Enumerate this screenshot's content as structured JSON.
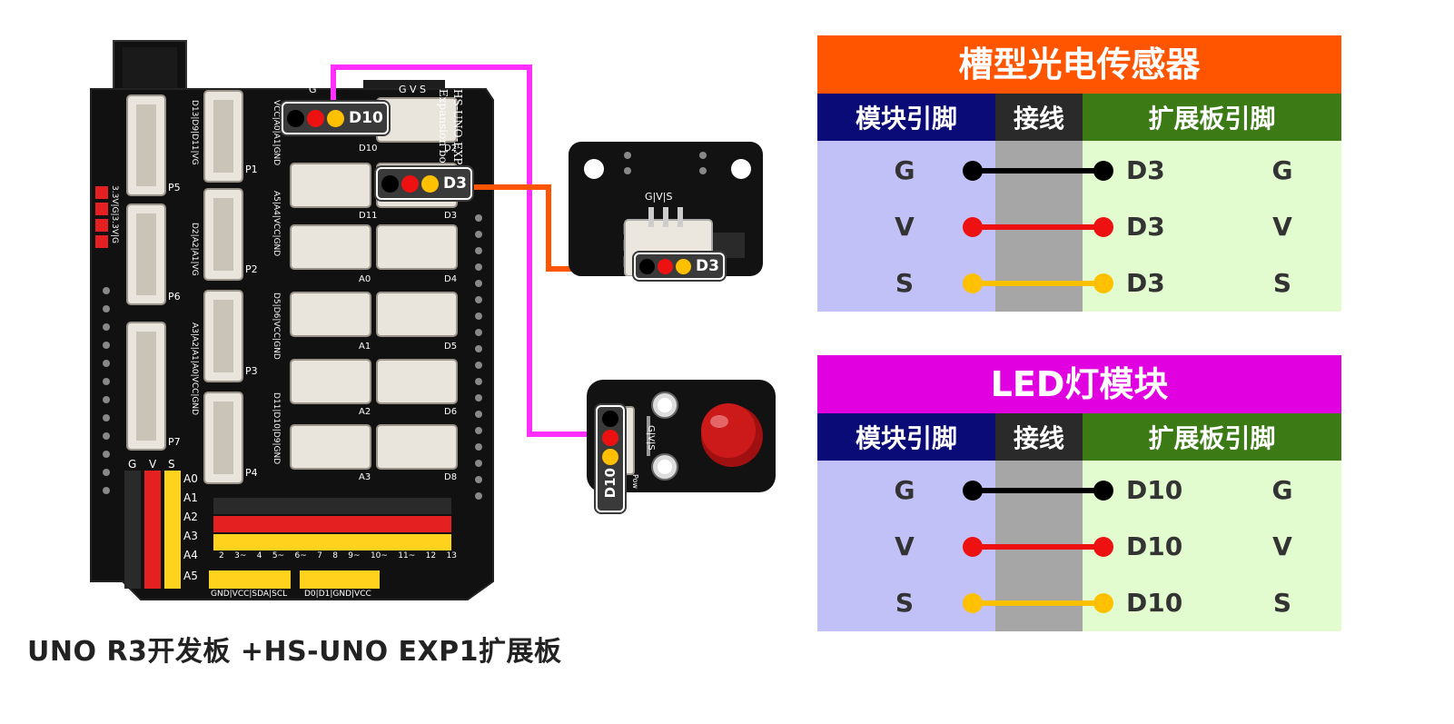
{
  "caption": "UNO R3开发板 +HS-UNO EXP1扩展板",
  "colors": {
    "magenta_wire": "#ff30ff",
    "orange_wire": "#ff5500",
    "ground": "#000000",
    "vcc": "#ee1111",
    "signal": "#ffc000"
  },
  "board": {
    "title_lines": [
      "HS-UNO-EXP",
      "Expansion bo"
    ],
    "header_gvs": [
      "G",
      "V",
      "S"
    ],
    "analog_rows": [
      "A0",
      "A1",
      "A2",
      "A3",
      "A4",
      "A5"
    ],
    "port_labels": [
      "P1",
      "P2",
      "P3",
      "P4",
      "P5",
      "P6",
      "P7"
    ],
    "left_pin_labels": [
      "D13|D9|D11|VG",
      "D2|A2|A1|VG",
      "A3|A2|A1|A0|VCC|GND",
      "VCC|A0|A1|GND",
      "A5|A4|VCC|GND",
      "D5|D6|VCC|GND",
      "D11|D10|D9|GND"
    ],
    "power_header": "3.3V|G|3.3V|G",
    "right_pin_labels": [
      "D10",
      "D2",
      "D11",
      "D3",
      "A0",
      "D4",
      "A1",
      "D5",
      "A2",
      "D6",
      "A3",
      "D8"
    ],
    "bottom_numbers": [
      "2",
      "3~",
      "4",
      "5~",
      "6~",
      "7",
      "8",
      "9~",
      "10~",
      "11~",
      "12",
      "13"
    ],
    "bottom_left_labels": "GND|VCC|SDA|SCL",
    "bottom_right_labels": "D0|D1|GND|VCC",
    "top_small_label": "G V S",
    "top_g_label": "G"
  },
  "tags": {
    "d10": "D10",
    "d3_board": "D3",
    "d3_sensor": "D3",
    "d10_led": "D10"
  },
  "sensor_module": {
    "pins": "G|V|S"
  },
  "led_module": {
    "pins": "G|V|S",
    "label": "Pow"
  },
  "tables": [
    {
      "title": "槽型光电传感器",
      "title_color": "#ff5500",
      "headers": {
        "module": "模块引脚",
        "wire": "接线",
        "expansion": "扩展板引脚"
      },
      "rows": [
        {
          "module_pin": "G",
          "board_pin": "D3",
          "exp_pin": "G",
          "color": "#000000"
        },
        {
          "module_pin": "V",
          "board_pin": "D3",
          "exp_pin": "V",
          "color": "#ee1111"
        },
        {
          "module_pin": "S",
          "board_pin": "D3",
          "exp_pin": "S",
          "color": "#ffc000"
        }
      ]
    },
    {
      "title": "LED灯模块",
      "title_color": "#e000e0",
      "headers": {
        "module": "模块引脚",
        "wire": "接线",
        "expansion": "扩展板引脚"
      },
      "rows": [
        {
          "module_pin": "G",
          "board_pin": "D10",
          "exp_pin": "G",
          "color": "#000000"
        },
        {
          "module_pin": "V",
          "board_pin": "D10",
          "exp_pin": "V",
          "color": "#ee1111"
        },
        {
          "module_pin": "S",
          "board_pin": "D10",
          "exp_pin": "S",
          "color": "#ffc000"
        }
      ]
    }
  ]
}
